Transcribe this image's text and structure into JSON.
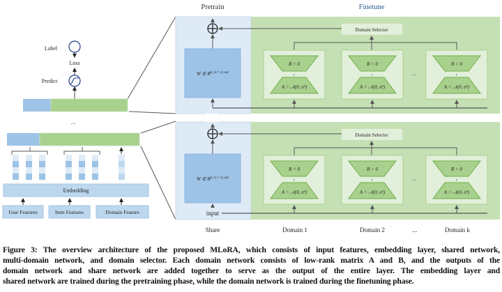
{
  "phases": {
    "pretrain": "Pretrain",
    "finetune": "Finetune"
  },
  "column_labels": {
    "share": "Share",
    "domains": [
      "Domain 1",
      "Domain 2",
      "Domain k"
    ],
    "ellipsis": "..."
  },
  "left": {
    "label": "Label",
    "loss": "Loss",
    "predict": "Predict",
    "ellipsis": "...",
    "embedding": "Embedding",
    "features": [
      "User Features",
      "Item Features",
      "Domain Feature"
    ]
  },
  "network": {
    "domain_selector": "Domain Selector",
    "shared_weight": "W ∈ R",
    "shared_weight_sup": "d_in × d_out",
    "b_matrix": "B = 0",
    "a_matrix": "A = 𝒩(0, σ²)",
    "rank": "r",
    "input": "input",
    "ellipsis": "..."
  },
  "caption": [
    "Figure 3: The overview architecture of the proposed MLoRA, which consists of input features, embedding layer, shared network,",
    "multi-domain network, and domain selector. Each domain network consists of low-rank matrix A and B, and the outputs of the",
    "domain network and share network are added together to serve as the output of the entire layer. The embedding layer and",
    "shared network are trained during the pretraining phase, while the domain network is trained during the finetuning phase."
  ],
  "colors": {
    "share_bg": "#deebf7",
    "finetune_bg": "#c5e0b4",
    "weight_box": "#9dc3e6",
    "lora_fill": "#a9d18e",
    "lora_box": "#e2efda",
    "finetune_title": "#2f5597",
    "circle": "#1f3c88"
  }
}
